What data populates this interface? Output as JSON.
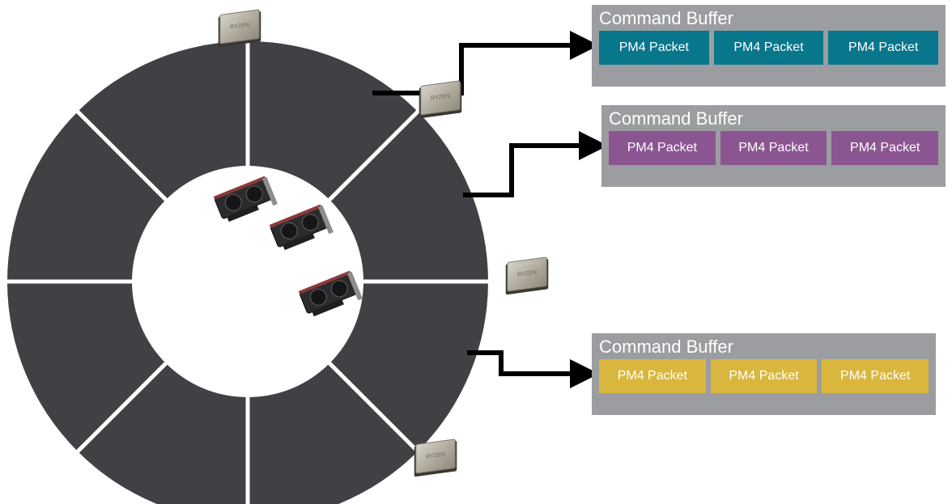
{
  "colors": {
    "ring": "#414045",
    "divider": "#ffffff",
    "arrow": "#000000",
    "buffer_bg": "#9c9da0",
    "teal": "#08768b",
    "purple": "#8b5592",
    "gold": "#d9b63e",
    "cpu_chip": "#b9b4a8",
    "gpu_card": "#2b2b2e"
  },
  "diagram": {
    "ring_segments": 8,
    "cpu_chips": [
      {
        "icon": "cpu-chip-icon",
        "label": "RYZEN"
      },
      {
        "icon": "cpu-chip-icon",
        "label": "RYZEN"
      },
      {
        "icon": "cpu-chip-icon",
        "label": "RYZEN"
      },
      {
        "icon": "cpu-chip-icon",
        "label": "RYZEN"
      }
    ],
    "gpu_cards": [
      {
        "icon": "gpu-card-icon"
      },
      {
        "icon": "gpu-card-icon"
      },
      {
        "icon": "gpu-card-icon"
      }
    ]
  },
  "command_buffers": [
    {
      "title": "Command Buffer",
      "color": "#08768b",
      "packets": [
        "PM4 Packet",
        "PM4 Packet",
        "PM4 Packet"
      ]
    },
    {
      "title": "Command Buffer",
      "color": "#8b5592",
      "packets": [
        "PM4 Packet",
        "PM4 Packet",
        "PM4 Packet"
      ]
    },
    {
      "title": "Command Buffer",
      "color": "#d9b63e",
      "packets": [
        "PM4 Packet",
        "PM4 Packet",
        "PM4 Packet"
      ]
    }
  ]
}
